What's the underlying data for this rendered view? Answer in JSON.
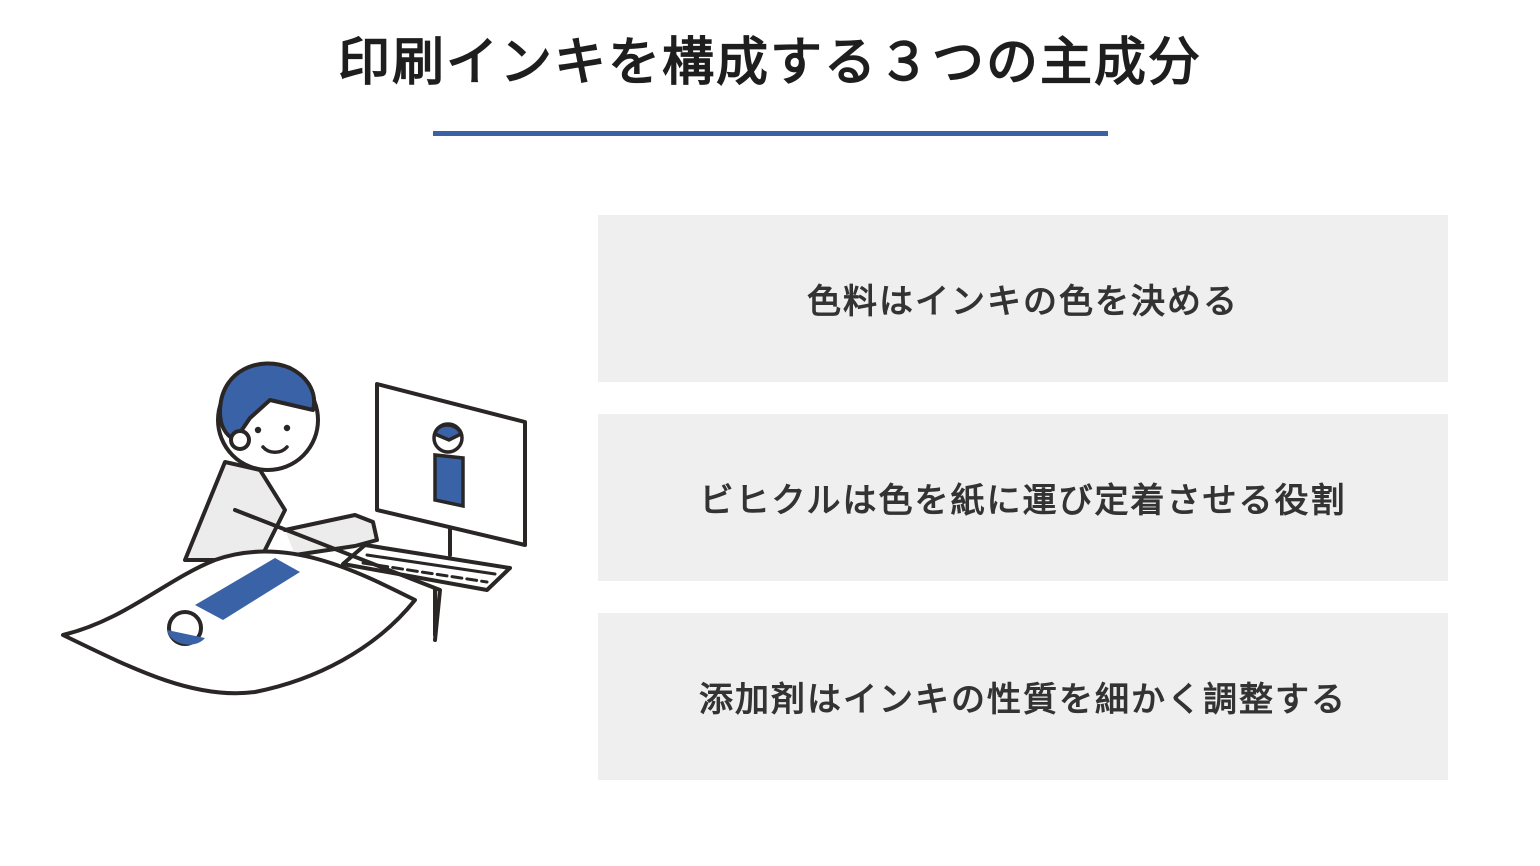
{
  "title": "印刷インキを構成する３つの主成分",
  "colors": {
    "accent": "#3a62a7",
    "card_background": "#efefef",
    "text": "#333333"
  },
  "illustration": {
    "icon": "person-at-computer-printing-icon"
  },
  "components": [
    {
      "label": "色料はインキの色を決める"
    },
    {
      "label": "ビヒクルは色を紙に運び定着させる役割"
    },
    {
      "label": "添加剤はインキの性質を細かく調整する"
    }
  ]
}
